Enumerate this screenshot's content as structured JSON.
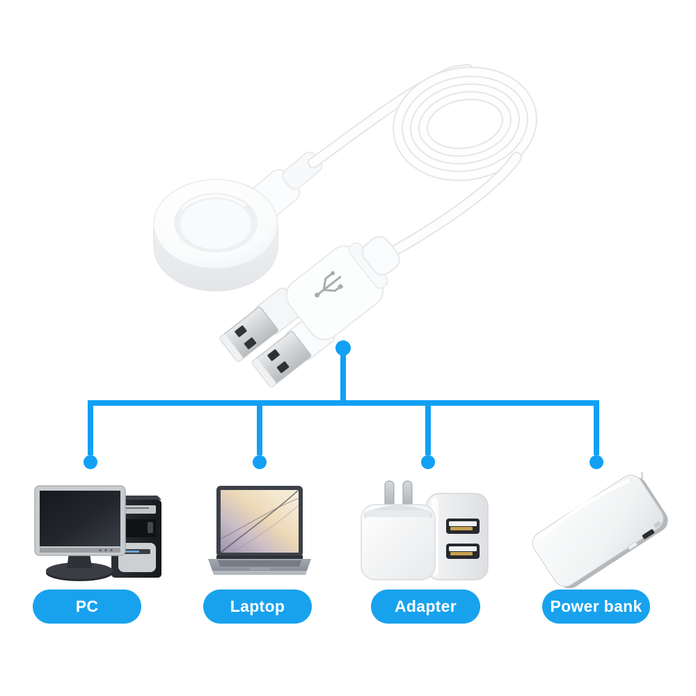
{
  "page": {
    "background_color": "#ffffff"
  },
  "hero": {
    "dock_icon": "magnetic-charging-dock",
    "cable_icon": "coiled-usb-cable",
    "connector_icon": "dual-usb-a-plug"
  },
  "diagram": {
    "line_color": "#12A0F4",
    "dot_color": "#12A0F4",
    "pill_background": "#18A2EE",
    "pill_text_color": "#ffffff",
    "devices": [
      {
        "label": "PC",
        "icon": "desktop-pc-illustration"
      },
      {
        "label": "Laptop",
        "icon": "laptop-illustration"
      },
      {
        "label": "Adapter",
        "icon": "usb-wall-adapter-illustration"
      },
      {
        "label": "Power bank",
        "icon": "power-bank-illustration"
      }
    ]
  }
}
